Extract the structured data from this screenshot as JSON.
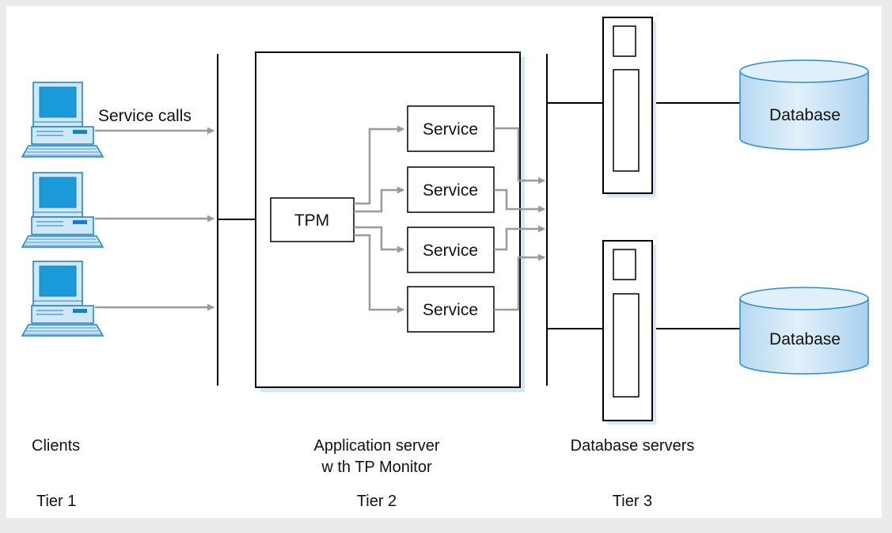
{
  "labels": {
    "service_calls": "Service calls",
    "tpm": "TPM",
    "service": "Service",
    "database": "Database",
    "clients": "Clients",
    "app_server_line1": "Application server",
    "app_server_line2": "w th TP Monitor",
    "db_servers": "Database servers",
    "tier1": "Tier 1",
    "tier2": "Tier 2",
    "tier3": "Tier 3"
  },
  "icons": {
    "client": "desktop-computer-icon",
    "database": "database-cylinder-icon",
    "server": "server-tower-icon"
  },
  "colors": {
    "background": "#ebebeb",
    "canvas": "#ffffff",
    "arrow": "#9a9a9a",
    "computer_fill": "#cfe8f7",
    "screen_fill": "#1a9ad8",
    "computer_stroke": "#1e7fc0",
    "db_fill": "#c9e3f5",
    "db_top": "#dff0fb",
    "db_stroke": "#2a8bd0",
    "shadow": "#cfe3f3"
  }
}
